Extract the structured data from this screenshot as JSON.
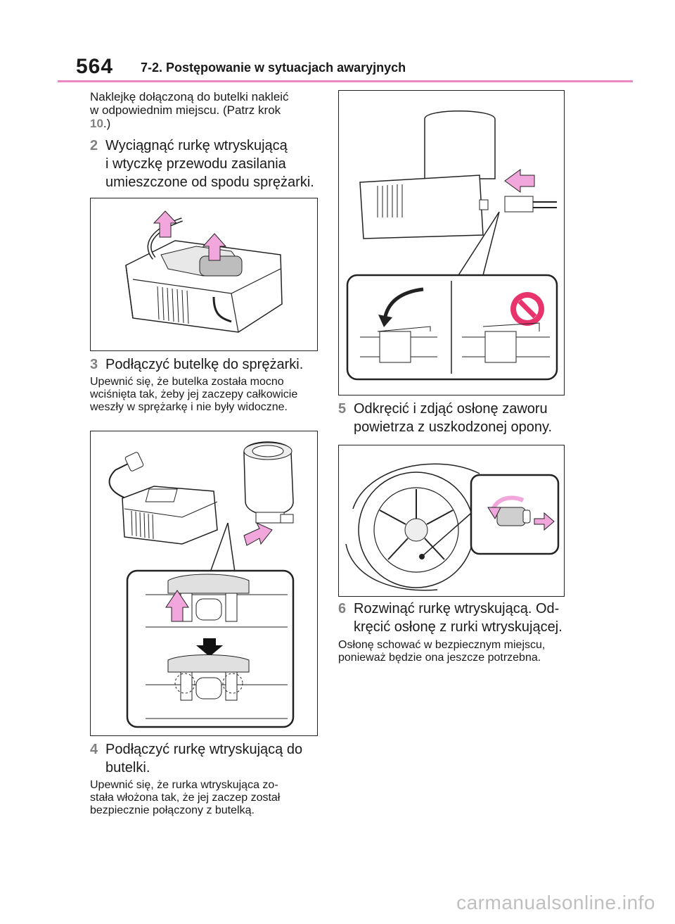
{
  "header": {
    "page_number": "564",
    "section_title": "7-2. Postępowanie w sytuacjach awaryjnych"
  },
  "left": {
    "intro_line1": "Naklejkę dołączoną do butelki nakleić",
    "intro_line2": "w odpowiednim miejscu. (Patrz krok",
    "intro_ref": "10",
    "intro_end": ".)",
    "step2": {
      "num": "2",
      "line1": "Wyciągnąć rurkę wtryskującą",
      "line2": "i wtyczkę przewodu zasilania",
      "line3": "umieszczone od spodu sprężarki."
    },
    "step3": {
      "num": "3",
      "line1": "Podłączyć butelkę do sprężarki."
    },
    "note3": {
      "line1": "Upewnić się, że butelka została mocno",
      "line2": "wciśnięta tak, żeby jej zaczepy całkowicie",
      "line3": "weszły w sprężarkę i nie były widoczne."
    },
    "step4": {
      "num": "4",
      "line1": "Podłączyć rurkę wtryskującą do",
      "line2": "butelki."
    },
    "note4": {
      "line1": "Upewnić się, że rurka wtryskująca zo-",
      "line2": "stała włożona tak, że jej zaczep został",
      "line3": "bezpiecznie połączony z butelką."
    }
  },
  "right": {
    "step5": {
      "num": "5",
      "line1": "Odkręcić i zdjąć osłonę zaworu",
      "line2": "powietrza z uszkodzonej opony."
    },
    "step6": {
      "num": "6",
      "line1": "Rozwinąć rurkę wtryskującą. Od-",
      "line2": "kręcić osłonę z rurki wtryskującej."
    },
    "note6": {
      "line1": "Osłonę schować w bezpiecznym miejscu,",
      "line2": "ponieważ będzie ona jeszcze potrzebna."
    }
  },
  "watermark": "carmanualsonline.info",
  "colors": {
    "accent_rule": "#ea88c6",
    "arrow_pink": "#f1a6dc",
    "step_number": "#808080",
    "prohibit": "#e8336c"
  }
}
